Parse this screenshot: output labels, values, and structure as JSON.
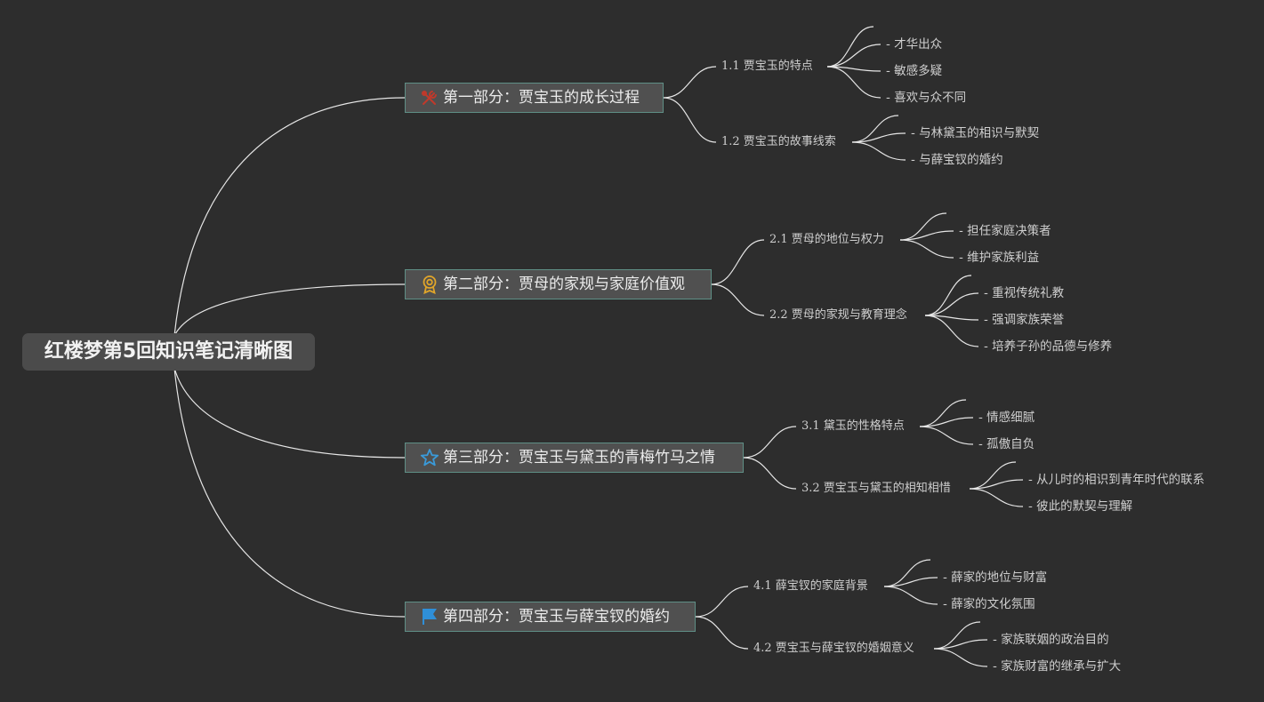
{
  "root": {
    "label": "红楼梦第5回知识笔记清晰图"
  },
  "parts": [
    {
      "label": "第一部分：贾宝玉的成长过程",
      "icon": "tools-icon",
      "icon_color": "#c0392b",
      "subs": [
        {
          "label": "1.1 贾宝玉的特点",
          "items": [
            "- 才华出众",
            "- 敏感多疑",
            "- 喜欢与众不同"
          ]
        },
        {
          "label": "1.2 贾宝玉的故事线索",
          "items": [
            "- 与林黛玉的相识与默契",
            "- 与薛宝钗的婚约"
          ]
        }
      ]
    },
    {
      "label": "第二部分：贾母的家规与家庭价值观",
      "icon": "award-ribbon-icon",
      "icon_color": "#e0a52a",
      "subs": [
        {
          "label": "2.1 贾母的地位与权力",
          "items": [
            "- 担任家庭决策者",
            "- 维护家族利益"
          ]
        },
        {
          "label": "2.2 贾母的家规与教育理念",
          "items": [
            "- 重视传统礼教",
            "- 强调家族荣誉",
            "- 培养子孙的品德与修养"
          ]
        }
      ]
    },
    {
      "label": "第三部分：贾宝玉与黛玉的青梅竹马之情",
      "icon": "star-outline-icon",
      "icon_color": "#3a9ad9",
      "subs": [
        {
          "label": "3.1 黛玉的性格特点",
          "items": [
            "- 情感细腻",
            "- 孤傲自负"
          ]
        },
        {
          "label": "3.2 贾宝玉与黛玉的相知相惜",
          "items": [
            "- 从儿时的相识到青年时代的联系",
            "- 彼此的默契与理解"
          ]
        }
      ]
    },
    {
      "label": "第四部分：贾宝玉与薛宝钗的婚约",
      "icon": "flag-icon",
      "icon_color": "#2f8fd8",
      "subs": [
        {
          "label": "4.1 薛宝钗的家庭背景",
          "items": [
            "- 薛家的地位与财富",
            "- 薛家的文化氛围"
          ]
        },
        {
          "label": "4.2 贾宝玉与薛宝钗的婚姻意义",
          "items": [
            "- 家族联姻的政治目的",
            "- 家族财富的继承与扩大"
          ]
        }
      ]
    }
  ]
}
